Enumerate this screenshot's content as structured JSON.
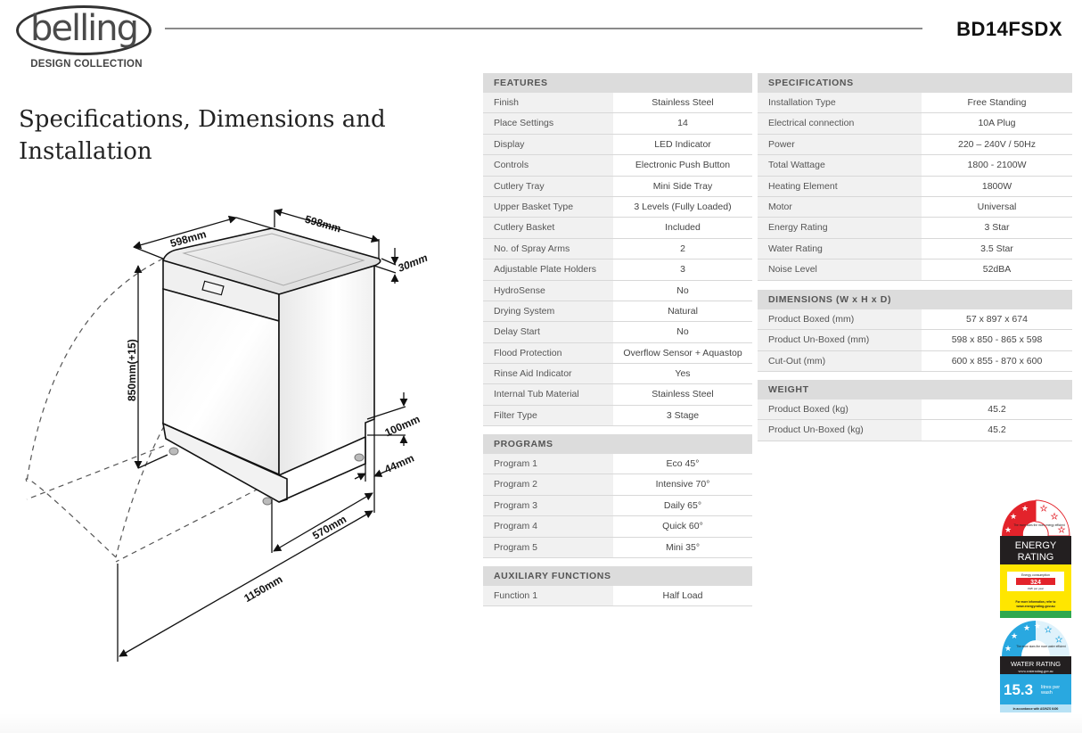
{
  "brand": {
    "logo_text": "belling",
    "sub_text": "DESIGN COLLECTION"
  },
  "header": {
    "model": "BD14FSDX"
  },
  "page_title": {
    "line1": "Specifications, Dimensions and",
    "line2": "Installation"
  },
  "diagram": {
    "labels": {
      "width_top_left": "598mm",
      "depth_top_right": "598mm",
      "top_thickness": "30mm",
      "height": "850mm(+15)",
      "plinth_height": "100mm",
      "plinth_depth": "44mm",
      "base_depth": "570mm",
      "door_open_depth": "1150mm"
    }
  },
  "features": {
    "title": "FEATURES",
    "rows": [
      {
        "k": "Finish",
        "v": "Stainless Steel"
      },
      {
        "k": "Place Settings",
        "v": "14"
      },
      {
        "k": "Display",
        "v": "LED Indicator"
      },
      {
        "k": "Controls",
        "v": "Electronic Push Button"
      },
      {
        "k": "Cutlery Tray",
        "v": "Mini Side Tray"
      },
      {
        "k": "Upper Basket Type",
        "v": "3 Levels (Fully Loaded)"
      },
      {
        "k": "Cutlery Basket",
        "v": "Included"
      },
      {
        "k": "No. of Spray Arms",
        "v": "2"
      },
      {
        "k": "Adjustable Plate Holders",
        "v": "3"
      },
      {
        "k": "HydroSense",
        "v": "No"
      },
      {
        "k": "Drying System",
        "v": "Natural"
      },
      {
        "k": "Delay Start",
        "v": "No"
      },
      {
        "k": "Flood Protection",
        "v": "Overflow Sensor + Aquastop"
      },
      {
        "k": "Rinse Aid Indicator",
        "v": "Yes"
      },
      {
        "k": "Internal Tub Material",
        "v": "Stainless Steel"
      },
      {
        "k": "Filter Type",
        "v": "3 Stage"
      }
    ]
  },
  "programs": {
    "title": "PROGRAMS",
    "rows": [
      {
        "k": "Program 1",
        "v": "Eco 45°"
      },
      {
        "k": "Program 2",
        "v": "Intensive 70°"
      },
      {
        "k": "Program 3",
        "v": "Daily 65°"
      },
      {
        "k": "Program 4",
        "v": "Quick 60°"
      },
      {
        "k": "Program 5",
        "v": "Mini 35°"
      }
    ]
  },
  "auxiliary": {
    "title": "AUXILIARY FUNCTIONS",
    "rows": [
      {
        "k": "Function 1",
        "v": "Half Load"
      }
    ]
  },
  "specifications": {
    "title": "SPECIFICATIONS",
    "rows": [
      {
        "k": "Installation Type",
        "v": "Free Standing"
      },
      {
        "k": "Electrical connection",
        "v": "10A Plug"
      },
      {
        "k": "Power",
        "v": "220 – 240V / 50Hz"
      },
      {
        "k": "Total Wattage",
        "v": "1800 - 2100W"
      },
      {
        "k": "Heating Element",
        "v": "1800W"
      },
      {
        "k": "Motor",
        "v": "Universal"
      },
      {
        "k": "Energy Rating",
        "v": "3 Star"
      },
      {
        "k": "Water Rating",
        "v": "3.5 Star"
      },
      {
        "k": "Noise Level",
        "v": "52dBA"
      }
    ]
  },
  "dimensions": {
    "title": "DIMENSIONS (W x H x D)",
    "rows": [
      {
        "k": "Product Boxed (mm)",
        "v": "57 x 897 x 674"
      },
      {
        "k": "Product Un-Boxed (mm)",
        "v": "598 x 850 - 865 x 598"
      },
      {
        "k": "Cut-Out (mm)",
        "v": "600 x 855 - 870 x 600"
      }
    ]
  },
  "weight": {
    "title": "WEIGHT",
    "rows": [
      {
        "k": "Product Boxed (kg)",
        "v": "45.2"
      },
      {
        "k": "Product Un-Boxed (kg)",
        "v": "45.2"
      }
    ]
  },
  "energy_label": {
    "tagline": "The more stars the more energy efficient",
    "title1": "ENERGY",
    "title2": "RATING",
    "consumption_label": "Energy consumption",
    "consumption_value": "324",
    "consumption_unit": "kWh per year",
    "more_info": "For more information, refer to",
    "url": "www.energyrating.gov.au",
    "colors": {
      "red": "#e3232b",
      "black": "#231f20",
      "yellow": "#ffe600",
      "green": "#2fa84f"
    }
  },
  "water_label": {
    "tagline": "The more stars the more water efficient",
    "title": "WATER RATING",
    "url": "www.waterrating.gov.au",
    "value": "15.3",
    "unit1": "litres per",
    "unit2": "wash",
    "standard": "In accordance with AS/NZS 6400",
    "colors": {
      "blue": "#29a8e0",
      "black": "#231f20"
    }
  }
}
